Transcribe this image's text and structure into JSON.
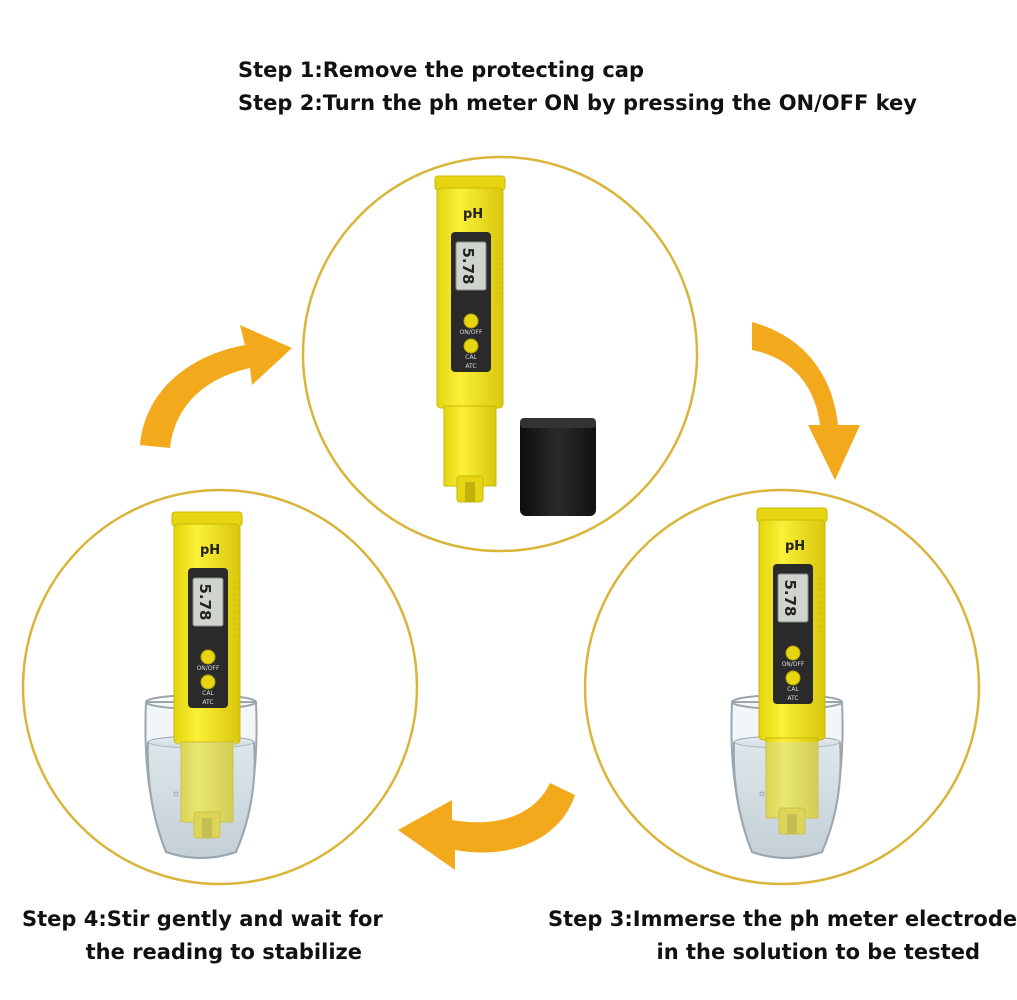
{
  "steps": {
    "step1": "Step 1:Remove the protecting cap",
    "step2": "Step 2:Turn the ph meter ON by pressing the ON/OFF key",
    "step3_line1": "Step 3:Immerse the ph meter electrode",
    "step3_line2": "in the solution to be tested",
    "step4_line1": "Step 4:Stir gently and wait for",
    "step4_line2": "the reading to stabilize"
  },
  "meter": {
    "label": "pH",
    "reading": "5.78",
    "button1": "ON/OFF",
    "button2": "CAL",
    "atc": "ATC"
  },
  "colors": {
    "circle": "#d9b53a",
    "arrow": "#f2a91c",
    "meter_body": "#f3e51a",
    "display": "#2a2a2a",
    "lcd": "#cfd4cc",
    "cap": "#1c1c1c"
  },
  "icons": [
    "curved-arrow-icon",
    "ph-meter-icon",
    "glass-of-water-icon",
    "cap-icon"
  ]
}
